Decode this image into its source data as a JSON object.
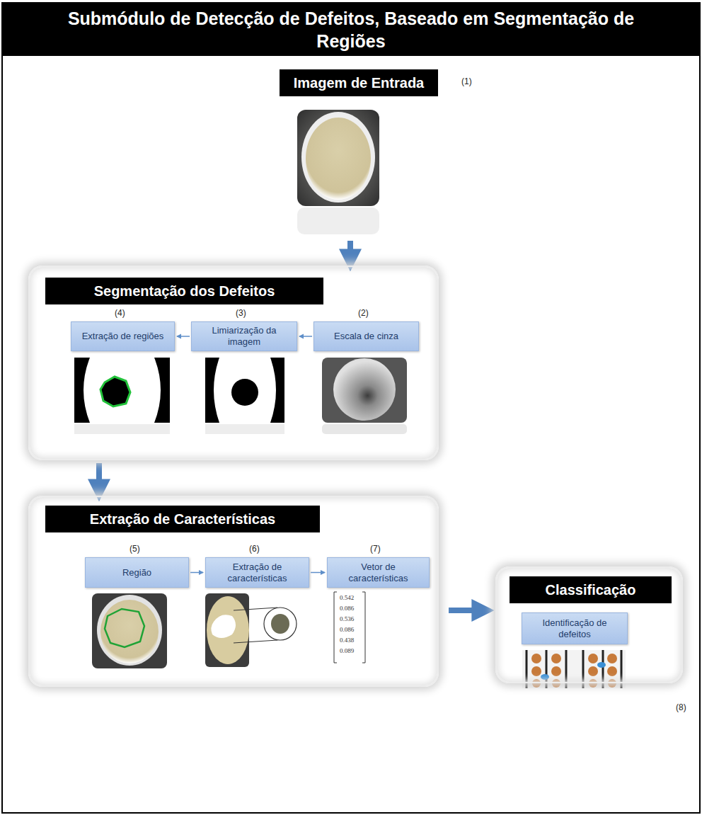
{
  "diagram": {
    "title": "Submódulo de Detecção de Defeitos, Baseado em Segmentação de Regiões",
    "nodes": [
      {
        "text": [
          "Imagem de Entrada"
        ]
      },
      {
        "text": [
          "Segmentação dos Defeitos"
        ]
      },
      {
        "text": [
          "Extração de regiões"
        ],
        "in": 1
      },
      {
        "text": [
          "Limiarização da imagem"
        ],
        "in": 1
      },
      {
        "text": [
          "Escala de cinza"
        ],
        "in": 1
      },
      {
        "text": [
          "Extração de Características"
        ]
      },
      {
        "text": [
          "Região"
        ],
        "in": 5
      },
      {
        "text": [
          "Extração de características"
        ],
        "in": 5
      },
      {
        "text": [
          "Vetor de características"
        ],
        "in": 5
      },
      {
        "text": [
          "Classificação"
        ]
      },
      {
        "text": [
          "Identificação de defeitos"
        ],
        "in": 9
      }
    ],
    "edges": [
      {
        "from": 0,
        "to": 1,
        "arrow": "to"
      },
      {
        "from": 4,
        "to": 3,
        "arrow": "to"
      },
      {
        "from": 3,
        "to": 2,
        "arrow": "to"
      },
      {
        "from": 1,
        "to": 5,
        "arrow": "to"
      },
      {
        "from": 6,
        "to": 7,
        "arrow": "to"
      },
      {
        "from": 7,
        "to": 8,
        "arrow": "to"
      },
      {
        "from": 5,
        "to": 9,
        "arrow": "to"
      }
    ],
    "labels": [
      "(1)",
      "(4)",
      "(3)",
      "(2)",
      "(5)",
      "(6)",
      "(7)",
      "0.542",
      "0.086",
      "0.536",
      "0.086",
      "0.438",
      "0.089",
      "(8)"
    ]
  }
}
